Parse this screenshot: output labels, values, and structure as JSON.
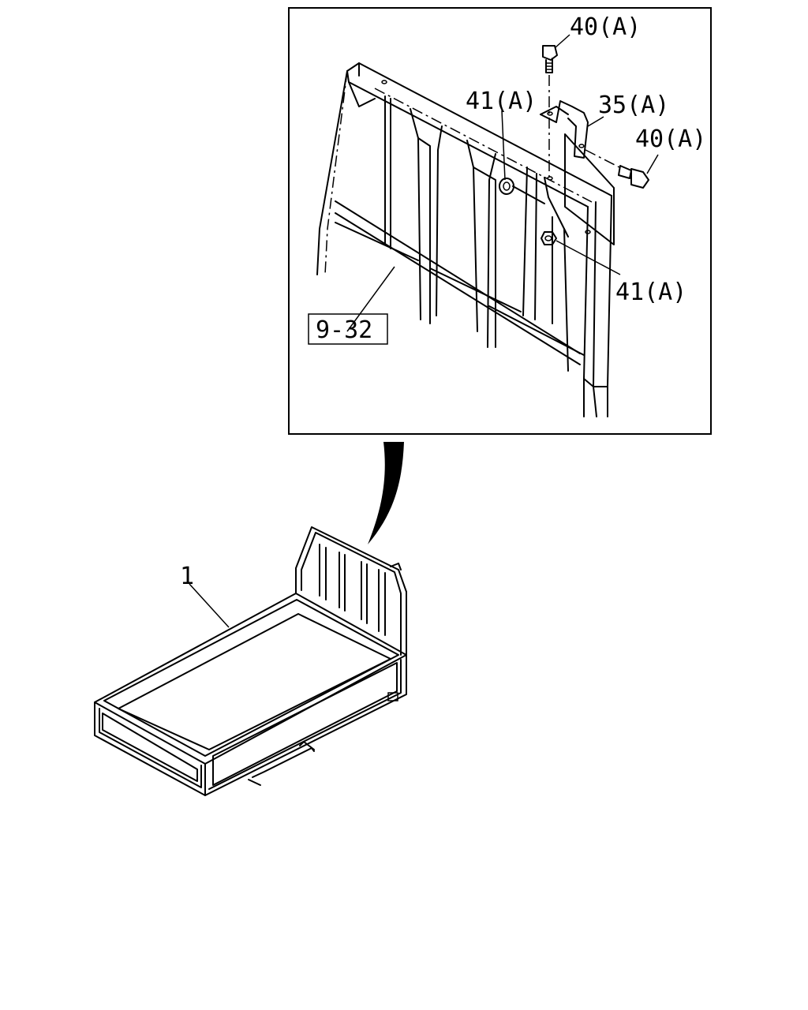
{
  "diagram": {
    "callouts": {
      "bolt_top": "40(A)",
      "nut_upper": "41(A)",
      "bracket": "35(A)",
      "bolt_right": "40(A)",
      "nut_lower": "41(A)",
      "ref_box": "9-32",
      "truck_bed": "1"
    }
  },
  "colors": {
    "line": "#000000",
    "background": "#ffffff"
  }
}
